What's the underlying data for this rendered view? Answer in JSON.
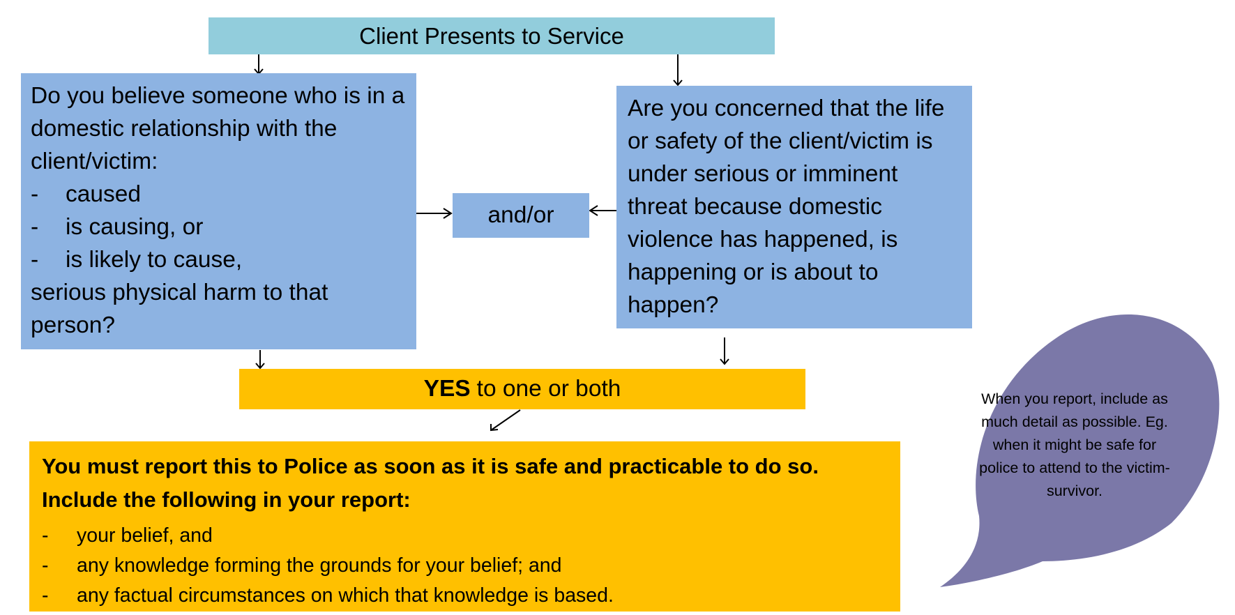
{
  "flowchart": {
    "start": "Client Presents to Service",
    "left_question": {
      "intro": "Do you believe someone who is in a domestic relationship with the client/victim:",
      "items": [
        "caused",
        "is causing, or",
        "is likely to cause,"
      ],
      "outro": "serious physical harm to that person?"
    },
    "right_question": "Are you concerned that the life or safety of the client/victim is under serious or imminent threat because domestic violence has happened, is happening or is about to happen?",
    "connector": "and/or",
    "yes_bold": "YES",
    "yes_rest": "to one or both",
    "report": {
      "heading": "You must report this to Police as soon as it is safe and practicable to do so. Include the following in your report:",
      "items": [
        "your belief, and",
        "any knowledge forming the grounds for your belief; and",
        "any factual circumstances on which that knowledge is based."
      ]
    },
    "callout": "When you report, include as much detail as possible. Eg. when it might be safe for police to attend to the victim-survivor."
  },
  "colors": {
    "start_box": "#92cddc",
    "question_box": "#8db3e2",
    "yes_box": "#ffc000",
    "callout_bubble": "#7b78a8"
  }
}
